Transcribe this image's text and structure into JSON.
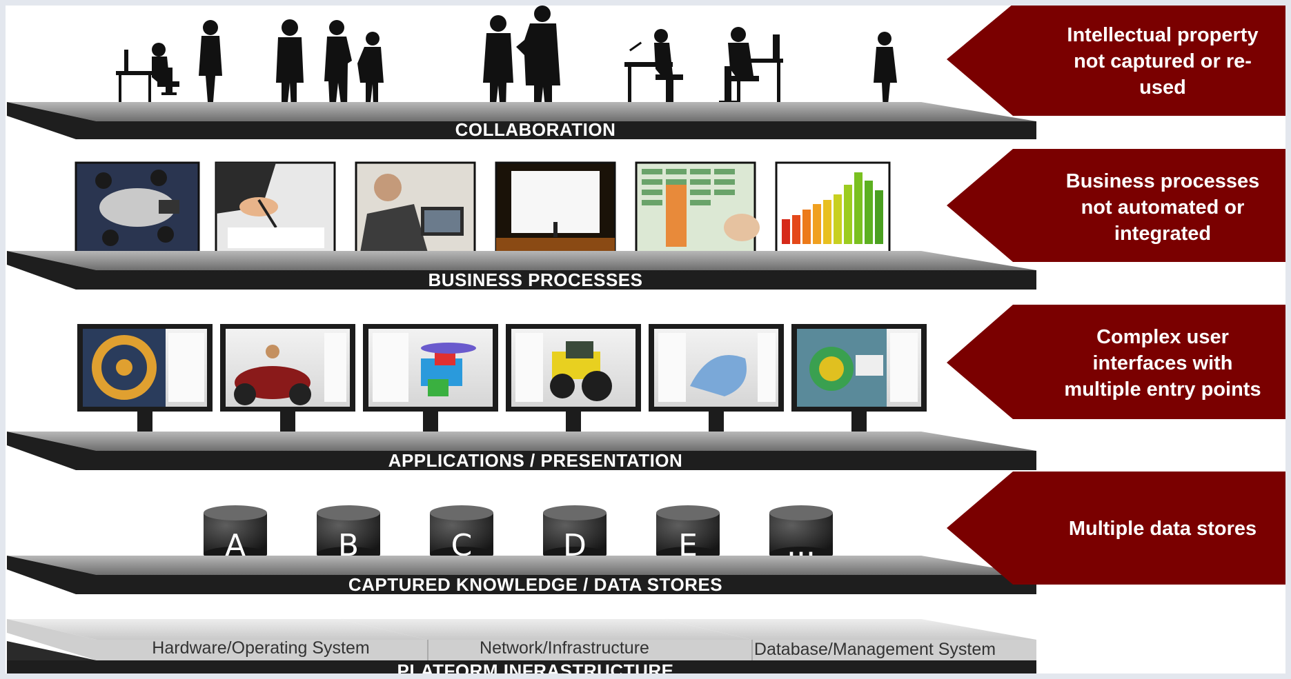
{
  "layers": {
    "collaboration": "COLLABORATION",
    "business_processes": "BUSINESS PROCESSES",
    "applications": "APPLICATIONS / PRESENTATION",
    "data_stores": "CAPTURED KNOWLEDGE / DATA STORES",
    "platform": "PLATFORM INFRASTRUCTURE"
  },
  "callouts": {
    "c1": [
      "Intellectual property",
      "not captured or re-",
      "used"
    ],
    "c2": [
      "Business processes",
      "not automated or",
      "integrated"
    ],
    "c3": [
      "Complex user",
      "interfaces with",
      "multiple entry points"
    ],
    "c4": [
      "Multiple data stores"
    ]
  },
  "databases": [
    "A",
    "B",
    "C",
    "D",
    "E",
    "..."
  ],
  "infrastructure": {
    "hardware": "Hardware/Operating System",
    "network": "Network/Infrastructure",
    "database": "Database/Management System"
  },
  "colors": {
    "callout": "#7a0000",
    "shelf_top": "#8a8a8a",
    "shelf_front": "#1e1e1e"
  }
}
